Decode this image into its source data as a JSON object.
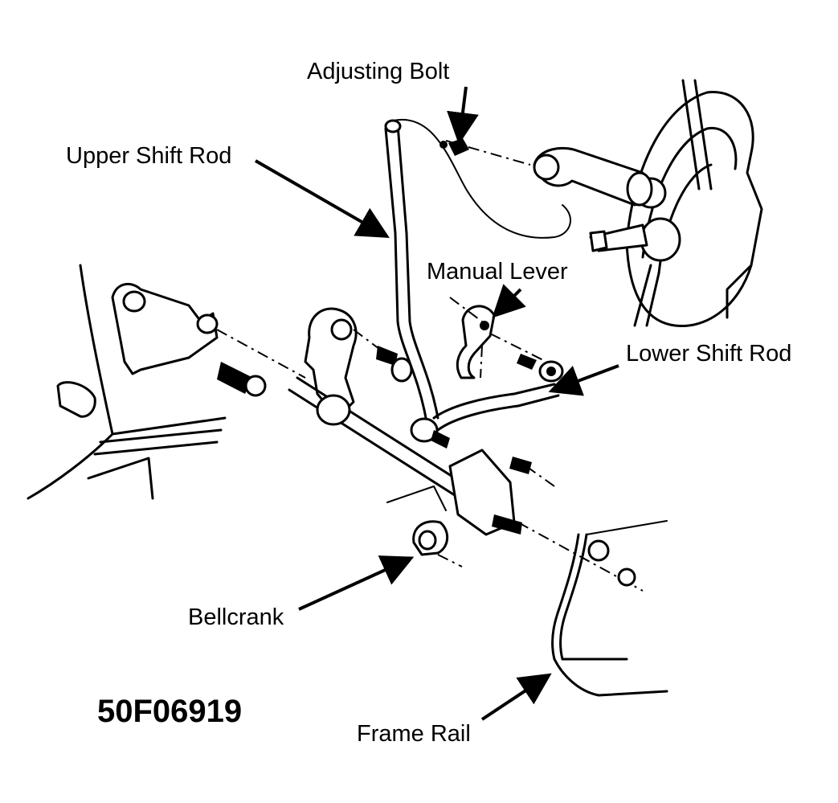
{
  "labels": {
    "adjusting_bolt": "Adjusting Bolt",
    "upper_shift_rod": "Upper Shift Rod",
    "manual_lever": "Manual Lever",
    "lower_shift_rod": "Lower Shift Rod",
    "bellcrank": "Bellcrank",
    "frame_rail": "Frame Rail"
  },
  "figure_id": "50F06919"
}
